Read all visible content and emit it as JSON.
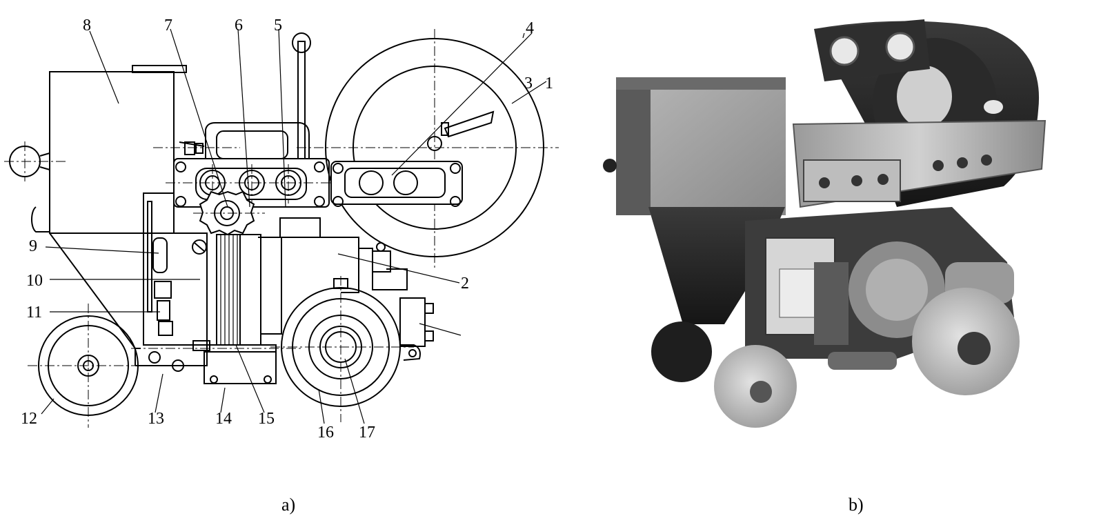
{
  "figure": {
    "panel_a": {
      "caption": "a)",
      "callouts": [
        "1",
        "2",
        "3",
        "4",
        "5",
        "6",
        "7",
        "8",
        "9",
        "10",
        "11",
        "12",
        "13",
        "14",
        "15",
        "16",
        "17"
      ]
    },
    "panel_b": {
      "caption": "b)"
    }
  }
}
